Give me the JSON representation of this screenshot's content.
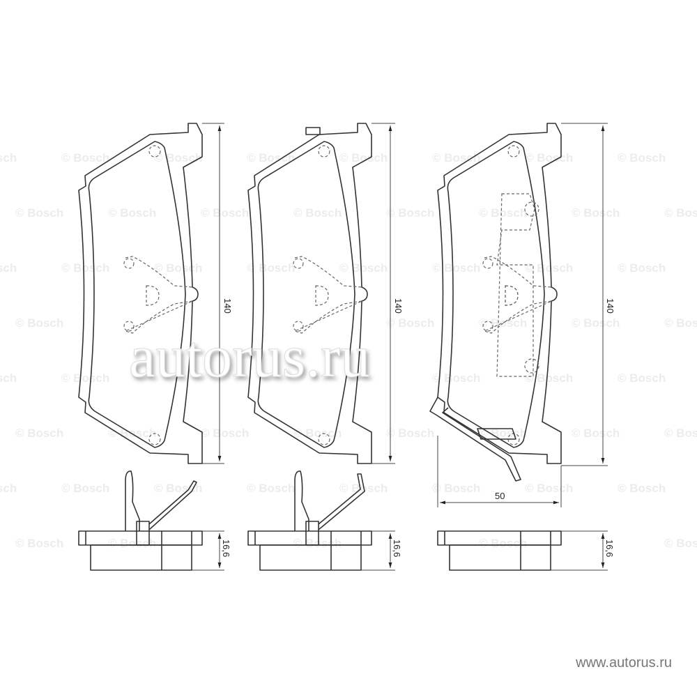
{
  "watermark": "© Bosch",
  "overlay_brand": "autorus.ru",
  "footer_url": "www.autorus.ru",
  "dimensions": {
    "height": "140",
    "thickness": "16,6",
    "width": "50"
  },
  "pads": [
    {
      "id": "pad-1"
    },
    {
      "id": "pad-2"
    },
    {
      "id": "pad-3"
    }
  ]
}
